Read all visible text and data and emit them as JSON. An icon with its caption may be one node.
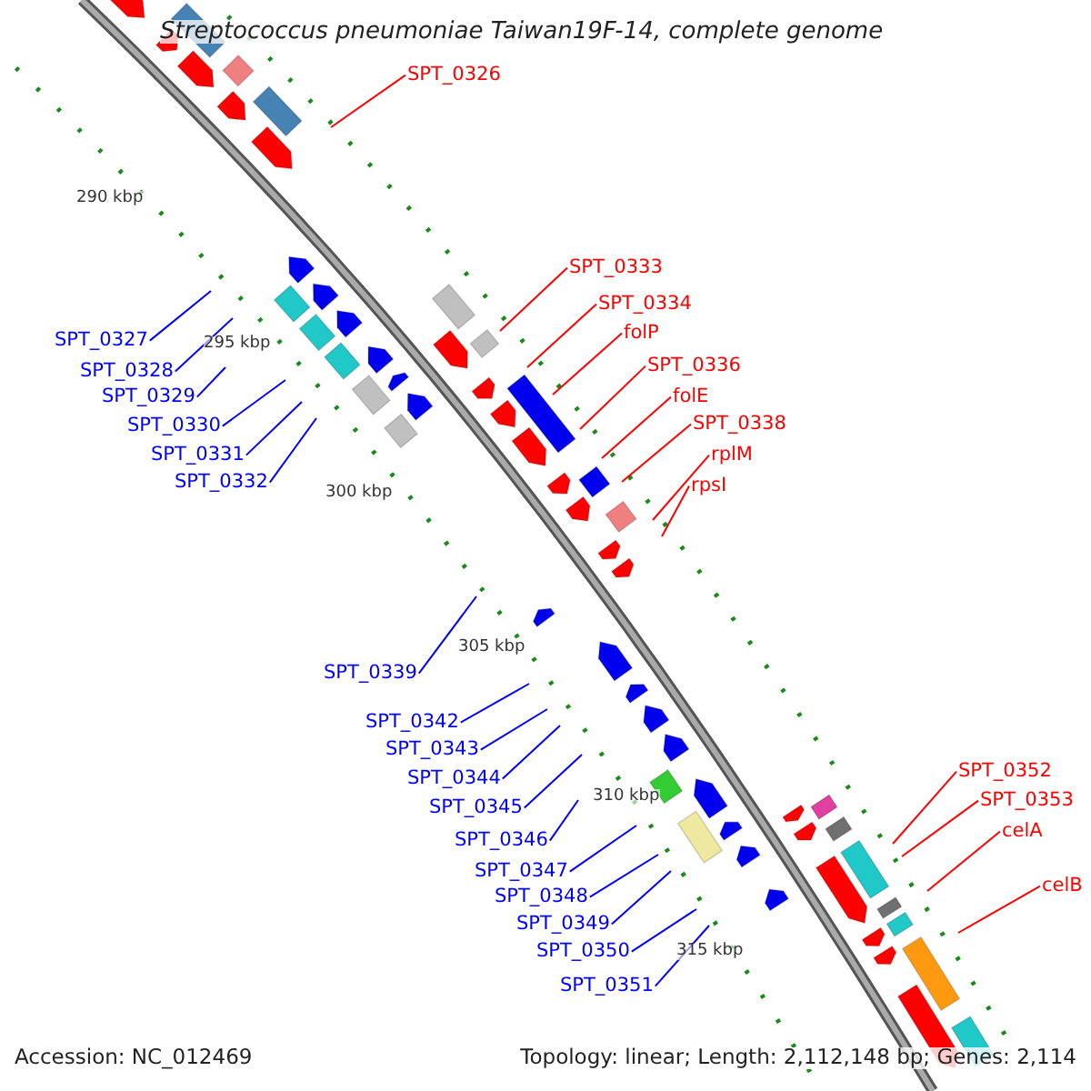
{
  "diagram": {
    "title": "Streptococcus pneumoniae Taiwan19F-14, complete genome",
    "nodes": [
      {
        "text": [
          "SPT_0326"
        ]
      },
      {
        "text": [
          "SPT_0327"
        ]
      },
      {
        "text": [
          "SPT_0328"
        ]
      },
      {
        "text": [
          "SPT_0329"
        ]
      },
      {
        "text": [
          "SPT_0330"
        ]
      },
      {
        "text": [
          "SPT_0331"
        ]
      },
      {
        "text": [
          "SPT_0332"
        ]
      },
      {
        "text": [
          "SPT_0333"
        ]
      },
      {
        "text": [
          "SPT_0334"
        ]
      },
      {
        "text": [
          "folP"
        ]
      },
      {
        "text": [
          "SPT_0336"
        ]
      },
      {
        "text": [
          "folE"
        ]
      },
      {
        "text": [
          "SPT_0338"
        ]
      },
      {
        "text": [
          "rplM"
        ]
      },
      {
        "text": [
          "rpsI"
        ]
      },
      {
        "text": [
          "SPT_0339"
        ]
      },
      {
        "text": [
          "SPT_0342"
        ]
      },
      {
        "text": [
          "SPT_0343"
        ]
      },
      {
        "text": [
          "SPT_0344"
        ]
      },
      {
        "text": [
          "SPT_0345"
        ]
      },
      {
        "text": [
          "SPT_0346"
        ]
      },
      {
        "text": [
          "SPT_0347"
        ]
      },
      {
        "text": [
          "SPT_0348"
        ]
      },
      {
        "text": [
          "SPT_0349"
        ]
      },
      {
        "text": [
          "SPT_0350"
        ]
      },
      {
        "text": [
          "SPT_0351"
        ]
      },
      {
        "text": [
          "SPT_0352"
        ]
      },
      {
        "text": [
          "SPT_0353"
        ]
      },
      {
        "text": [
          "celA"
        ]
      },
      {
        "text": [
          "celB"
        ]
      }
    ],
    "edges": [
      {
        "from": 0,
        "to": null,
        "arrow": "none",
        "color": "#ff0000"
      },
      {
        "from": 1,
        "to": null,
        "arrow": "none"
      },
      {
        "from": 2,
        "to": null,
        "arrow": "none"
      },
      {
        "from": 3,
        "to": null,
        "arrow": "none"
      },
      {
        "from": 4,
        "to": null,
        "arrow": "none"
      },
      {
        "from": 5,
        "to": null,
        "arrow": "none"
      },
      {
        "from": 6,
        "to": null,
        "arrow": "none"
      },
      {
        "from": 7,
        "to": null,
        "arrow": "none",
        "color": "#ff0000"
      },
      {
        "from": 8,
        "to": null,
        "arrow": "none",
        "color": "#ff0000"
      },
      {
        "from": 9,
        "to": null,
        "arrow": "none",
        "color": "#ff0000"
      },
      {
        "from": 10,
        "to": null,
        "arrow": "none",
        "color": "#ff0000"
      },
      {
        "from": 11,
        "to": null,
        "arrow": "none",
        "color": "#ff0000"
      },
      {
        "from": 12,
        "to": null,
        "arrow": "none",
        "color": "#ff0000"
      },
      {
        "from": 13,
        "to": null,
        "arrow": "none",
        "color": "#ff0000"
      },
      {
        "from": 14,
        "to": null,
        "arrow": "none",
        "color": "#ff0000"
      },
      {
        "from": 15,
        "to": null,
        "arrow": "none"
      },
      {
        "from": 16,
        "to": null,
        "arrow": "none"
      },
      {
        "from": 17,
        "to": null,
        "arrow": "none"
      },
      {
        "from": 18,
        "to": null,
        "arrow": "none"
      },
      {
        "from": 19,
        "to": null,
        "arrow": "none"
      },
      {
        "from": 20,
        "to": null,
        "arrow": "none"
      },
      {
        "from": 21,
        "to": null,
        "arrow": "none"
      },
      {
        "from": 22,
        "to": null,
        "arrow": "none"
      },
      {
        "from": 23,
        "to": null,
        "arrow": "none"
      },
      {
        "from": 24,
        "to": null,
        "arrow": "none"
      },
      {
        "from": 25,
        "to": null,
        "arrow": "none"
      },
      {
        "from": 26,
        "to": null,
        "arrow": "none",
        "color": "#ff0000"
      },
      {
        "from": 27,
        "to": null,
        "arrow": "none",
        "color": "#ff0000"
      },
      {
        "from": 28,
        "to": null,
        "arrow": "none",
        "color": "#ff0000"
      },
      {
        "from": 29,
        "to": null,
        "arrow": "none",
        "color": "#ff0000"
      }
    ],
    "labels": [
      "290 kbp",
      "295 kbp",
      "300 kbp",
      "305 kbp",
      "310 kbp",
      "315 kbp",
      "Accession: NC_012469",
      "Topology: linear; Length: 2,112,148 bp; Genes: 2,114"
    ]
  }
}
